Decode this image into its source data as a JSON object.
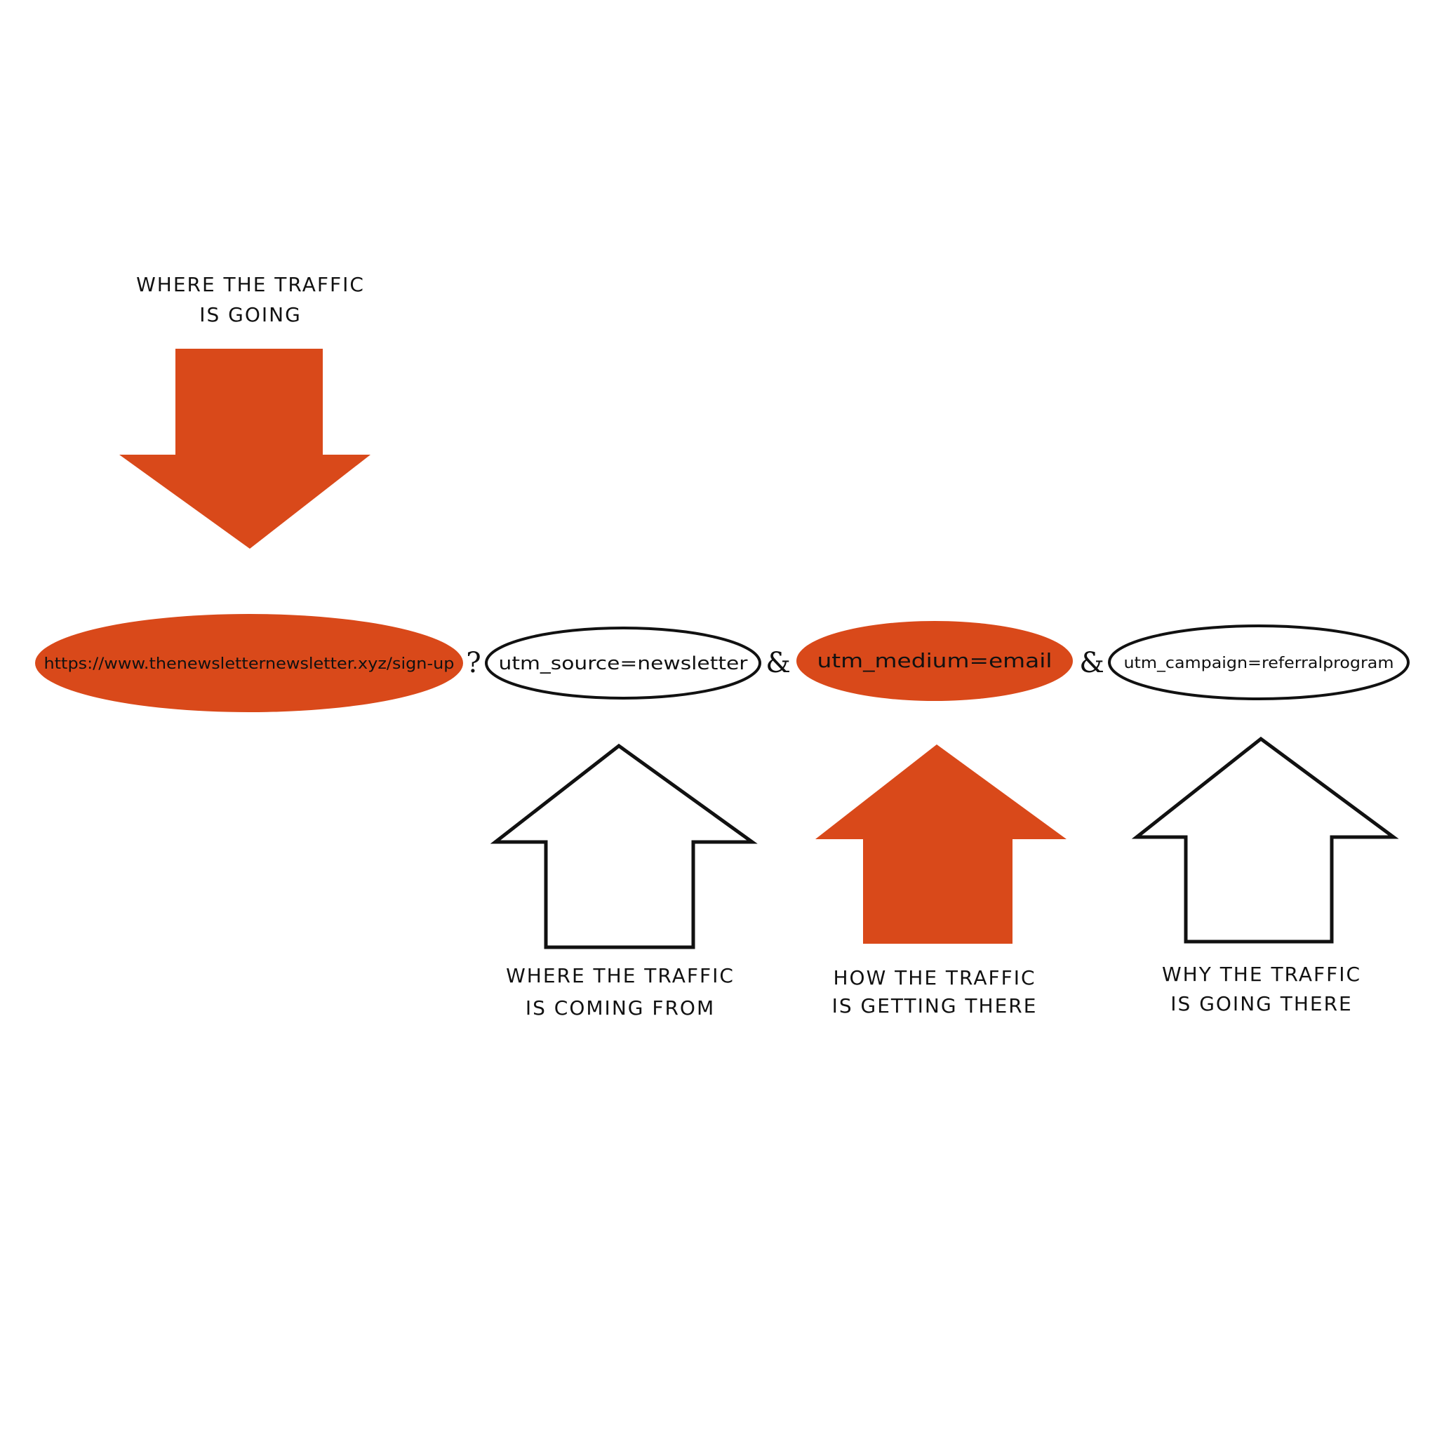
{
  "colors": {
    "accent": "#d9491a",
    "ink": "#111111",
    "background": "#ffffff"
  },
  "top_label": {
    "line1": "WHERE THE TRAFFIC",
    "line2": "IS GOING"
  },
  "url": {
    "base": "https://www.thenewsletternewsletter.xyz/sign-up",
    "sep_query": "?",
    "param_source": "utm_source=newsletter",
    "sep_amp_1": "&",
    "param_medium": "utm_medium=email",
    "sep_amp_2": "&",
    "param_campaign": "utm_campaign=referralprogram"
  },
  "captions": {
    "source": {
      "line1": "WHERE THE TRAFFIC",
      "line2": "IS COMING FROM"
    },
    "medium": {
      "line1": "HOW THE TRAFFIC",
      "line2": "IS GETTING THERE"
    },
    "campaign": {
      "line1": "WHY THE TRAFFIC",
      "line2": "IS GOING THERE"
    }
  },
  "icons": {
    "down_arrow": "arrow-down-icon",
    "up_arrow_outline": "arrow-up-outline-icon",
    "up_arrow_filled": "arrow-up-filled-icon"
  }
}
